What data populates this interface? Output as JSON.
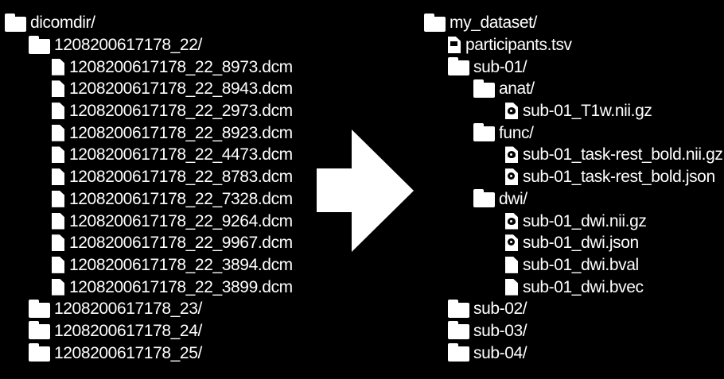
{
  "colors": {
    "background": "#000000",
    "foreground": "#ffffff"
  },
  "arrow": {
    "name": "conversion-arrow-icon",
    "direction": "right",
    "fill": "#ffffff"
  },
  "left_tree": {
    "name": "dicom-source-tree",
    "rows": [
      {
        "label": "dicomdir/",
        "icon": "folder-icon",
        "type": "folder",
        "level": 0
      },
      {
        "label": "1208200617178_22/",
        "icon": "folder-icon",
        "type": "folder",
        "level": 1
      },
      {
        "label": "1208200617178_22_8973.dcm",
        "icon": "document-icon",
        "type": "file",
        "level": 2
      },
      {
        "label": "1208200617178_22_8943.dcm",
        "icon": "document-icon",
        "type": "file",
        "level": 2
      },
      {
        "label": "1208200617178_22_2973.dcm",
        "icon": "document-icon",
        "type": "file",
        "level": 2
      },
      {
        "label": "1208200617178_22_8923.dcm",
        "icon": "document-icon",
        "type": "file",
        "level": 2
      },
      {
        "label": "1208200617178_22_4473.dcm",
        "icon": "document-icon",
        "type": "file",
        "level": 2
      },
      {
        "label": "1208200617178_22_8783.dcm",
        "icon": "document-icon",
        "type": "file",
        "level": 2
      },
      {
        "label": "1208200617178_22_7328.dcm",
        "icon": "document-icon",
        "type": "file",
        "level": 2
      },
      {
        "label": "1208200617178_22_9264.dcm",
        "icon": "document-icon",
        "type": "file",
        "level": 2
      },
      {
        "label": "1208200617178_22_9967.dcm",
        "icon": "document-icon",
        "type": "file",
        "level": 2
      },
      {
        "label": "1208200617178_22_3894.dcm",
        "icon": "document-icon",
        "type": "file",
        "level": 2
      },
      {
        "label": "1208200617178_22_3899.dcm",
        "icon": "document-icon",
        "type": "file",
        "level": 2
      },
      {
        "label": "1208200617178_23/",
        "icon": "folder-icon",
        "type": "folder",
        "level": 1
      },
      {
        "label": "1208200617178_24/",
        "icon": "folder-icon",
        "type": "folder",
        "level": 1
      },
      {
        "label": "1208200617178_25/",
        "icon": "folder-icon",
        "type": "folder",
        "level": 1
      }
    ]
  },
  "right_tree": {
    "name": "bids-output-tree",
    "rows": [
      {
        "label": "my_dataset/",
        "icon": "folder-icon",
        "type": "folder",
        "level": 0
      },
      {
        "label": "participants.tsv",
        "icon": "tsv-file-icon",
        "type": "file",
        "level": 1
      },
      {
        "label": "sub-01/",
        "icon": "folder-icon",
        "type": "folder",
        "level": 1
      },
      {
        "label": "anat/",
        "icon": "folder-icon",
        "type": "folder",
        "level": 2
      },
      {
        "label": "sub-01_T1w.nii.gz",
        "icon": "nifti-file-icon",
        "type": "file",
        "level": 3
      },
      {
        "label": "func/",
        "icon": "folder-icon",
        "type": "folder",
        "level": 2
      },
      {
        "label": "sub-01_task-rest_bold.nii.gz",
        "icon": "nifti-file-icon",
        "type": "file",
        "level": 3
      },
      {
        "label": "sub-01_task-rest_bold.json",
        "icon": "json-file-icon",
        "type": "file",
        "level": 3
      },
      {
        "label": "dwi/",
        "icon": "folder-icon",
        "type": "folder",
        "level": 2
      },
      {
        "label": "sub-01_dwi.nii.gz",
        "icon": "nifti-file-icon",
        "type": "file",
        "level": 3
      },
      {
        "label": "sub-01_dwi.json",
        "icon": "json-file-icon",
        "type": "file",
        "level": 3
      },
      {
        "label": "sub-01_dwi.bval",
        "icon": "document-icon",
        "type": "file",
        "level": 3
      },
      {
        "label": "sub-01_dwi.bvec",
        "icon": "document-icon",
        "type": "file",
        "level": 3
      },
      {
        "label": "sub-02/",
        "icon": "folder-icon",
        "type": "folder",
        "level": 1
      },
      {
        "label": "sub-03/",
        "icon": "folder-icon",
        "type": "folder",
        "level": 1
      },
      {
        "label": "sub-04/",
        "icon": "folder-icon",
        "type": "folder",
        "level": 1
      }
    ]
  }
}
